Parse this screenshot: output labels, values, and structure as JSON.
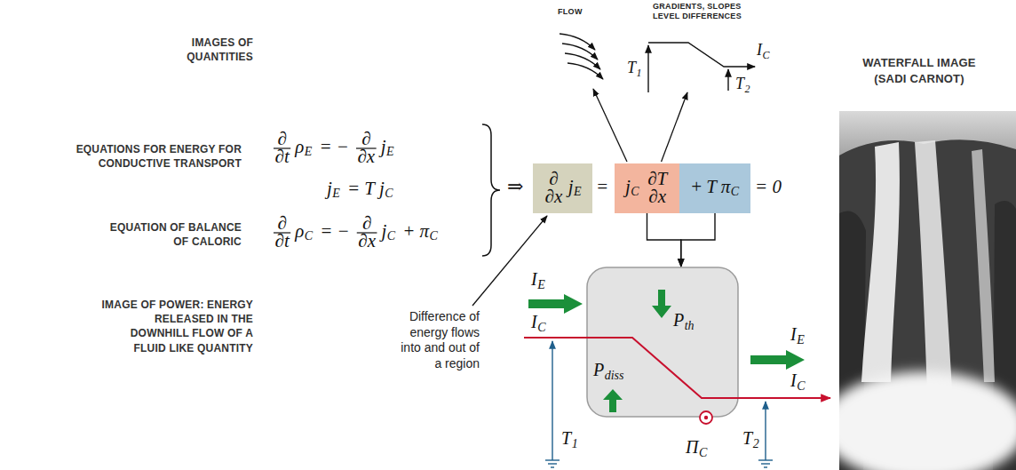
{
  "diagram": {
    "nodes": [
      {
        "text": [
          "∂",
          "∂x",
          "j",
          "E"
        ]
      },
      {
        "text": [
          "j",
          "C",
          "∂T",
          "∂x"
        ]
      },
      {
        "text": [
          "+",
          "T π",
          "C"
        ]
      },
      {
        "text": [
          "P",
          "th",
          "P",
          "diss"
        ]
      }
    ],
    "edges": [
      {
        "from": 1,
        "to": 3,
        "arrow": "to"
      },
      {
        "from": 2,
        "to": 3,
        "arrow": "to"
      }
    ],
    "labels": [
      "IMAGES OF QUANTITIES",
      "FLOW",
      "GRADIENTS, SLOPES LEVEL DIFFERENCES",
      "T",
      "1",
      "I",
      "C",
      "T",
      "2",
      "WATERFALL IMAGE (SADI CARNOT)",
      "EQUATIONS FOR ENERGY FOR CONDUCTIVE TRANSPORT",
      "∂",
      "∂t",
      "ρ",
      "E",
      "= −",
      "∂",
      "∂x",
      "j",
      "E",
      "j",
      "E",
      "= T j",
      "C",
      "EQUATION OF BALANCE OF CALORIC",
      "∂",
      "∂t",
      "ρ",
      "C",
      "= −",
      "∂",
      "∂x",
      "j",
      "C",
      "+ π",
      "C",
      "⇒",
      "=",
      "= 0",
      "Difference of energy flows into and out of a region",
      "IMAGE OF POWER: ENERGY RELEASED IN THE DOWNHILL FLOW OF A FLUID LIKE QUANTITY",
      "I",
      "E",
      "I",
      "C",
      "I",
      "E",
      "I",
      "C",
      "T",
      "1",
      "Π",
      "C",
      "T",
      "2"
    ]
  }
}
